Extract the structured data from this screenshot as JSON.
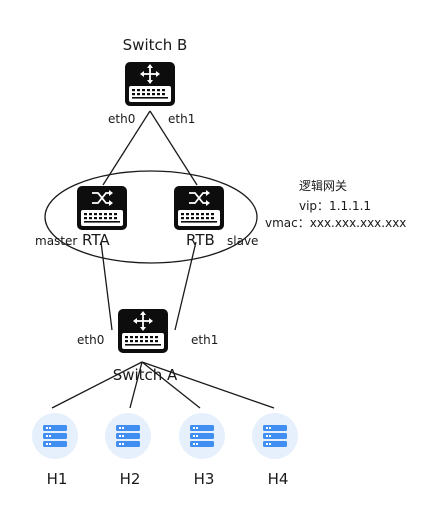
{
  "switch_b": {
    "label": "Switch B",
    "port_left": "eth0",
    "port_right": "eth1"
  },
  "router_a": {
    "label": "RTA",
    "role": "master"
  },
  "router_b": {
    "label": "RTB",
    "role": "slave"
  },
  "logical_gateway": {
    "title": "逻辑网关",
    "vip": "vip：1.1.1.1",
    "vmac": "vmac：xxx.xxx.xxx.xxx"
  },
  "switch_a": {
    "label": "Switch A",
    "port_left": "eth0",
    "port_right": "eth1"
  },
  "hosts": [
    {
      "label": "H1"
    },
    {
      "label": "H2"
    },
    {
      "label": "H3"
    },
    {
      "label": "H4"
    }
  ],
  "colors": {
    "device": "#0d0d0d",
    "host_circle": "#e6f0fc",
    "host_icon": "#3f8ef0",
    "line": "#1a1a1a"
  }
}
